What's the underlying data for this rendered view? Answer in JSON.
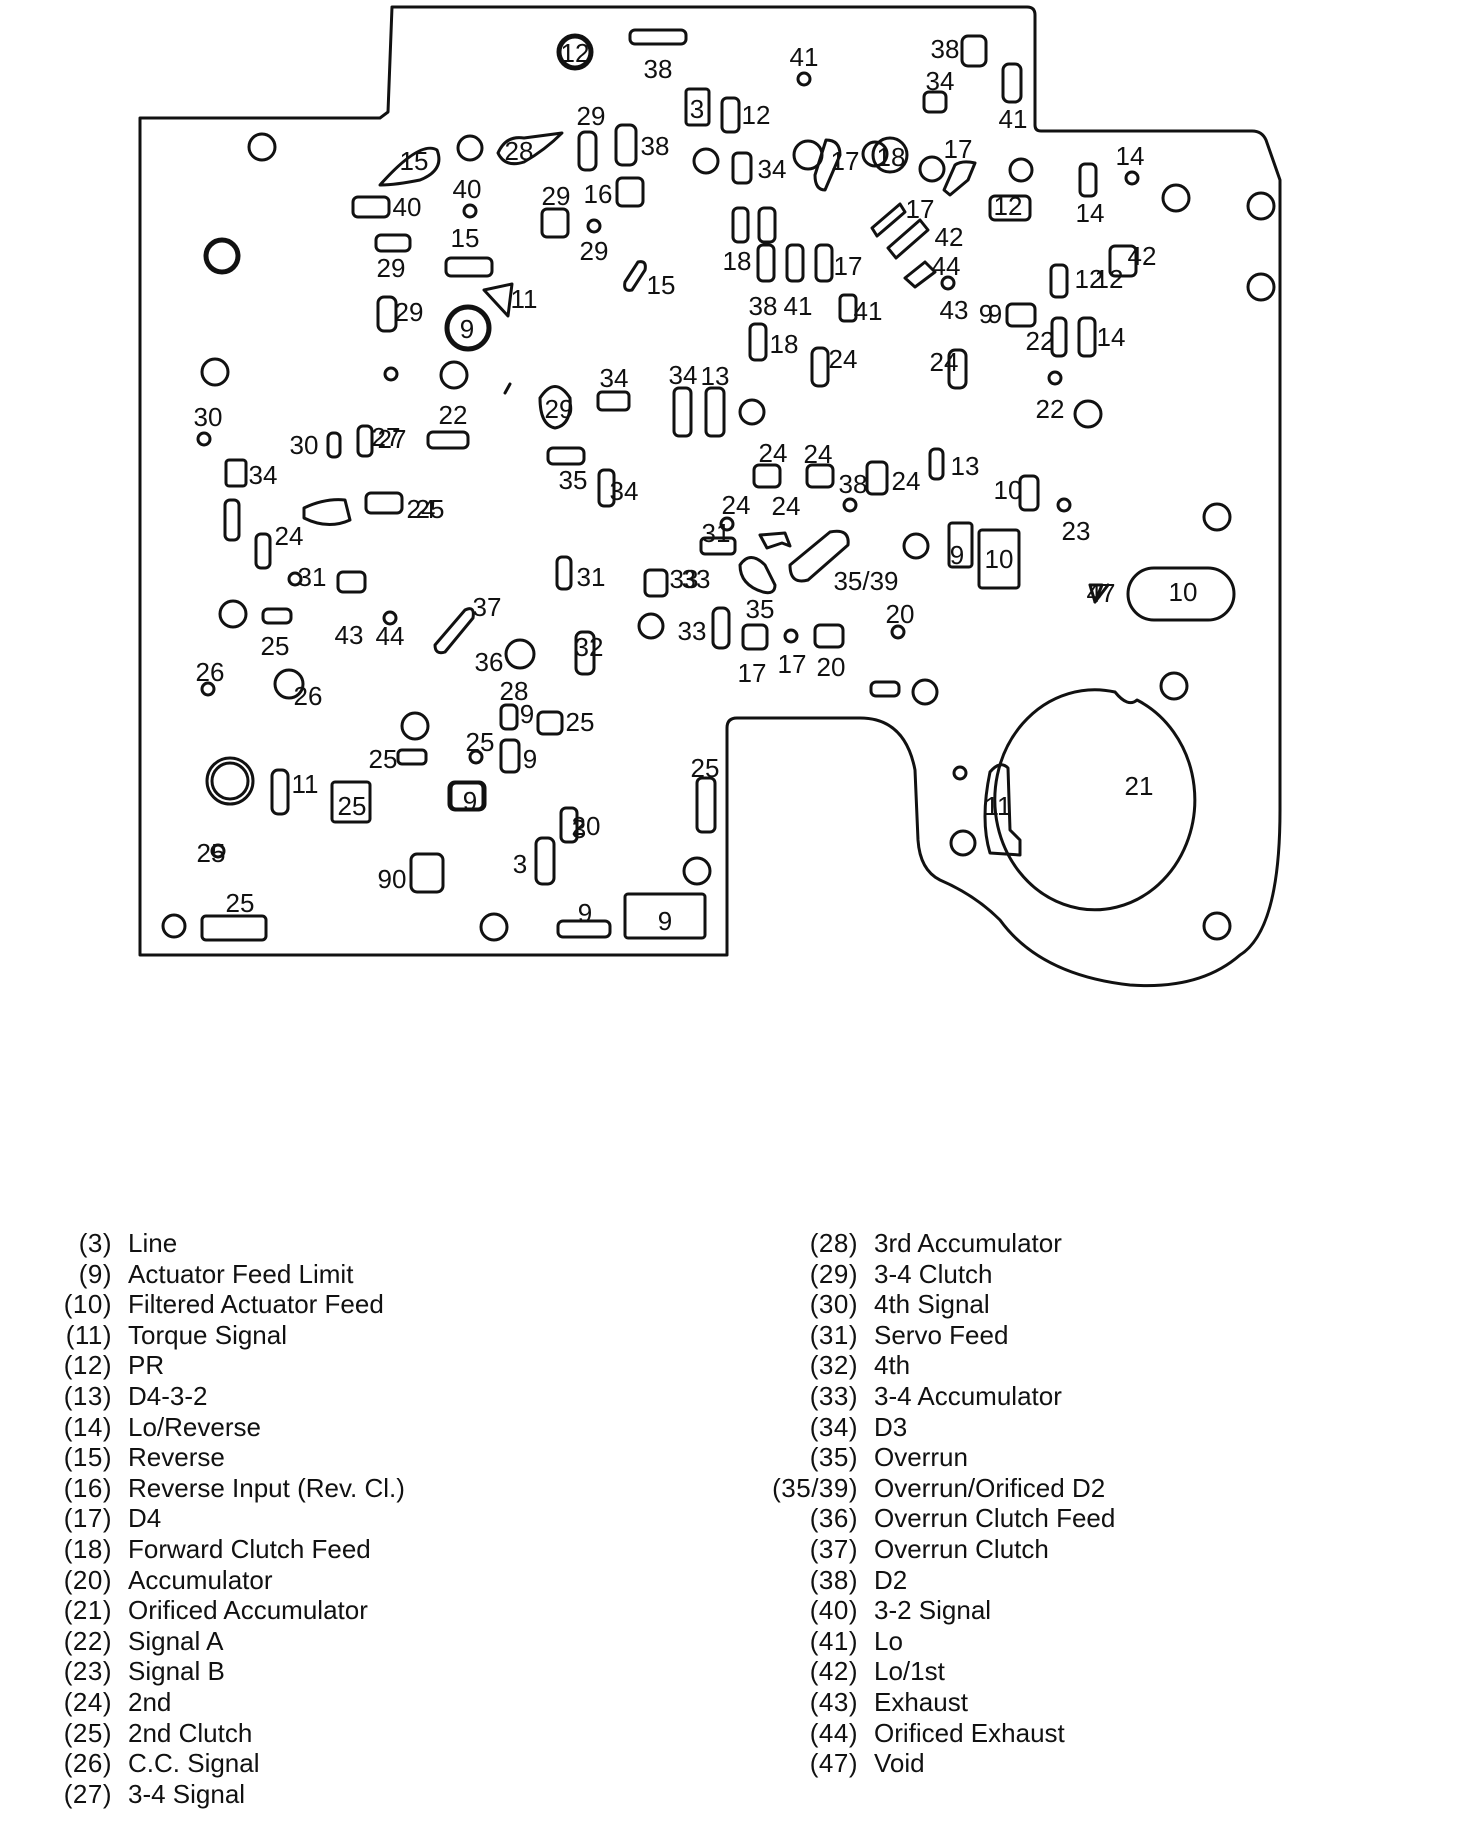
{
  "diagram": {
    "labels": [
      "12",
      "38",
      "41",
      "38",
      "3",
      "12",
      "34",
      "41",
      "29",
      "38",
      "28",
      "15",
      "40",
      "16",
      "29",
      "34",
      "17",
      "18",
      "17",
      "14",
      "14",
      "40",
      "12",
      "12",
      "29",
      "15",
      "29",
      "18",
      "17",
      "17",
      "42",
      "44",
      "12",
      "42",
      "9",
      "15",
      "38",
      "41",
      "41",
      "43",
      "29",
      "11",
      "9",
      "18",
      "24",
      "24",
      "9",
      "22",
      "14",
      "22",
      "34",
      "34",
      "13",
      "29",
      "30",
      "30",
      "27",
      "22",
      "27",
      "24",
      "35",
      "34",
      "38",
      "24",
      "13",
      "10",
      "34",
      "25",
      "24",
      "24",
      "24",
      "24",
      "23",
      "31",
      "24",
      "31",
      "9",
      "10",
      "33",
      "31",
      "33",
      "35",
      "35/39",
      "37",
      "25",
      "43",
      "44",
      "36",
      "32",
      "33",
      "17",
      "17",
      "20",
      "20",
      "26",
      "26",
      "28",
      "9",
      "25",
      "25",
      "25",
      "9",
      "11",
      "25",
      "9",
      "25",
      "3",
      "11",
      "21",
      "20",
      "3",
      "25",
      "90",
      "25",
      "9",
      "9",
      "10",
      "47",
      "V"
    ]
  },
  "legend": {
    "left": [
      {
        "code": "(3)",
        "label": "Line"
      },
      {
        "code": "(9)",
        "label": "Actuator Feed Limit"
      },
      {
        "code": "(10)",
        "label": "Filtered Actuator Feed"
      },
      {
        "code": "(11)",
        "label": "Torque Signal"
      },
      {
        "code": "(12)",
        "label": "PR"
      },
      {
        "code": "(13)",
        "label": "D4-3-2"
      },
      {
        "code": "(14)",
        "label": "Lo/Reverse"
      },
      {
        "code": "(15)",
        "label": "Reverse"
      },
      {
        "code": "(16)",
        "label": "Reverse Input (Rev. Cl.)"
      },
      {
        "code": "(17)",
        "label": "D4"
      },
      {
        "code": "(18)",
        "label": "Forward Clutch Feed"
      },
      {
        "code": "(20)",
        "label": "Accumulator"
      },
      {
        "code": "(21)",
        "label": "Orificed Accumulator"
      },
      {
        "code": "(22)",
        "label": "Signal A"
      },
      {
        "code": "(23)",
        "label": "Signal B"
      },
      {
        "code": "(24)",
        "label": "2nd"
      },
      {
        "code": "(25)",
        "label": "2nd Clutch"
      },
      {
        "code": "(26)",
        "label": "C.C. Signal"
      },
      {
        "code": "(27)",
        "label": "3-4 Signal"
      }
    ],
    "right": [
      {
        "code": "(28)",
        "label": "3rd Accumulator"
      },
      {
        "code": "(29)",
        "label": "3-4 Clutch"
      },
      {
        "code": "(30)",
        "label": "4th Signal"
      },
      {
        "code": "(31)",
        "label": "Servo Feed"
      },
      {
        "code": "(32)",
        "label": "4th"
      },
      {
        "code": "(33)",
        "label": "3-4 Accumulator"
      },
      {
        "code": "(34)",
        "label": "D3"
      },
      {
        "code": "(35)",
        "label": "Overrun"
      },
      {
        "code": "(35/39)",
        "label": "Overrun/Orificed D2"
      },
      {
        "code": "(36)",
        "label": "Overrun Clutch Feed"
      },
      {
        "code": "(37)",
        "label": "Overrun Clutch"
      },
      {
        "code": "(38)",
        "label": "D2"
      },
      {
        "code": "(40)",
        "label": "3-2 Signal"
      },
      {
        "code": "(41)",
        "label": "Lo"
      },
      {
        "code": "(42)",
        "label": "Lo/1st"
      },
      {
        "code": "(43)",
        "label": "Exhaust"
      },
      {
        "code": "(44)",
        "label": "Orificed Exhaust"
      },
      {
        "code": "(47)",
        "label": "Void"
      }
    ]
  }
}
